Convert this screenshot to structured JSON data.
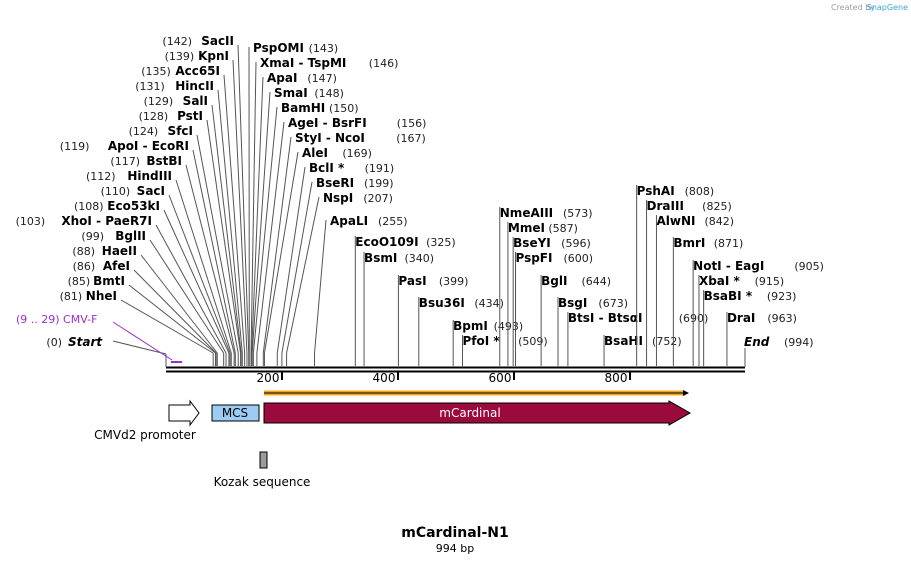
{
  "credit": {
    "prefix": "Created by",
    "brand": "SnapGene"
  },
  "title": "mCardinal-N1",
  "length_label": "994 bp",
  "sequence_length": 994,
  "ruler": [
    "200",
    "400",
    "600",
    "800"
  ],
  "primer": {
    "label": "(9 .. 29)  CMV-F",
    "start": 9,
    "end": 29,
    "color": "#9a2fcf"
  },
  "start_label": {
    "pos": "(0)",
    "name": "Start"
  },
  "end_label": {
    "pos": "(994)",
    "name": "End"
  },
  "sites_left": [
    {
      "pos": "(142)",
      "name": "SacII",
      "bp": 142
    },
    {
      "pos": "(139)",
      "name": "KpnI",
      "bp": 139
    },
    {
      "pos": "(135)",
      "name": "Acc65I",
      "bp": 135
    },
    {
      "pos": "(131)",
      "name": "HincII",
      "bp": 131
    },
    {
      "pos": "(129)",
      "name": "SalI",
      "bp": 129
    },
    {
      "pos": "(128)",
      "name": "PstI",
      "bp": 128
    },
    {
      "pos": "(124)",
      "name": "SfcI",
      "bp": 124
    },
    {
      "pos": "(119)",
      "name": "ApoI  - EcoRI",
      "bp": 119
    },
    {
      "pos": "(117)",
      "name": "BstBI",
      "bp": 117
    },
    {
      "pos": "(112)",
      "name": "HindIII",
      "bp": 112
    },
    {
      "pos": "(110)",
      "name": "SacI",
      "bp": 110
    },
    {
      "pos": "(108)",
      "name": "Eco53kI",
      "bp": 108
    },
    {
      "pos": "(103)",
      "name": "XhoI  - PaeR7I",
      "bp": 103
    },
    {
      "pos": "(99)",
      "name": "BglII",
      "bp": 99
    },
    {
      "pos": "(88)",
      "name": "HaeII",
      "bp": 88
    },
    {
      "pos": "(86)",
      "name": "AfeI",
      "bp": 86
    },
    {
      "pos": "(85)",
      "name": "BmtI",
      "bp": 85
    },
    {
      "pos": "(81)",
      "name": "NheI",
      "bp": 81
    }
  ],
  "sites_right": [
    {
      "name": "PspOMI",
      "pos": "(143)",
      "bp": 143
    },
    {
      "name": "XmaI  - TspMI",
      "pos": "(146)",
      "bp": 146
    },
    {
      "name": "ApaI",
      "pos": "(147)",
      "bp": 147
    },
    {
      "name": "SmaI",
      "pos": "(148)",
      "bp": 148
    },
    {
      "name": "BamHI",
      "pos": "(150)",
      "bp": 150
    },
    {
      "name": "AgeI  - BsrFI",
      "pos": "(156)",
      "bp": 156
    },
    {
      "name": "StyI  - NcoI",
      "pos": "(167)",
      "bp": 167
    },
    {
      "name": "AleI",
      "pos": "(169)",
      "bp": 169
    },
    {
      "name": "BclI *",
      "pos": "(191)",
      "bp": 191
    },
    {
      "name": "BseRI",
      "pos": "(199)",
      "bp": 199
    },
    {
      "name": "NspI",
      "pos": "(207)",
      "bp": 207
    },
    {
      "name": "ApaLI",
      "pos": "(255)",
      "bp": 255
    }
  ],
  "sites_far": [
    {
      "name": "EcoO109I",
      "pos": "(325)",
      "bp": 325
    },
    {
      "name": "BsmI",
      "pos": "(340)",
      "bp": 340
    },
    {
      "name": "PasI",
      "pos": "(399)",
      "bp": 399
    },
    {
      "name": "Bsu36I",
      "pos": "(434)",
      "bp": 434
    },
    {
      "name": "BpmI",
      "pos": "(493)",
      "bp": 493
    },
    {
      "name": "PfoI *",
      "pos": "(509)",
      "bp": 509
    },
    {
      "name": "NmeAIII",
      "pos": "(573)",
      "bp": 573
    },
    {
      "name": "MmeI",
      "pos": "(587)",
      "bp": 587
    },
    {
      "name": "BseYI",
      "pos": "(596)",
      "bp": 596
    },
    {
      "name": "PspFI",
      "pos": "(600)",
      "bp": 600
    },
    {
      "name": "BglI",
      "pos": "(644)",
      "bp": 644
    },
    {
      "name": "BsgI",
      "pos": "(673)",
      "bp": 673
    },
    {
      "name": "BtsI  - BtsαI",
      "pos": "(690)",
      "bp": 690
    },
    {
      "name": "BsaHI",
      "pos": "(752)",
      "bp": 752
    },
    {
      "name": "PshAI",
      "pos": "(808)",
      "bp": 808
    },
    {
      "name": "DraIII",
      "pos": "(825)",
      "bp": 825
    },
    {
      "name": "AlwNI",
      "pos": "(842)",
      "bp": 842
    },
    {
      "name": "BmrI",
      "pos": "(871)",
      "bp": 871
    },
    {
      "name": "NotI  - EagI",
      "pos": "(905)",
      "bp": 905
    },
    {
      "name": "XbaI *",
      "pos": "(915)",
      "bp": 915
    },
    {
      "name": "BsaBI *",
      "pos": "(923)",
      "bp": 923
    },
    {
      "name": "DraI",
      "pos": "(963)",
      "bp": 963
    }
  ],
  "features": {
    "promoter": "CMVd2 promoter",
    "mcs": "MCS",
    "mcs_color": "#9ccbf4",
    "orf": "mCardinal",
    "orf_color": "#9b0a3c",
    "kozak": "Kozak sequence",
    "orf_outline_color": "#f0a820"
  }
}
